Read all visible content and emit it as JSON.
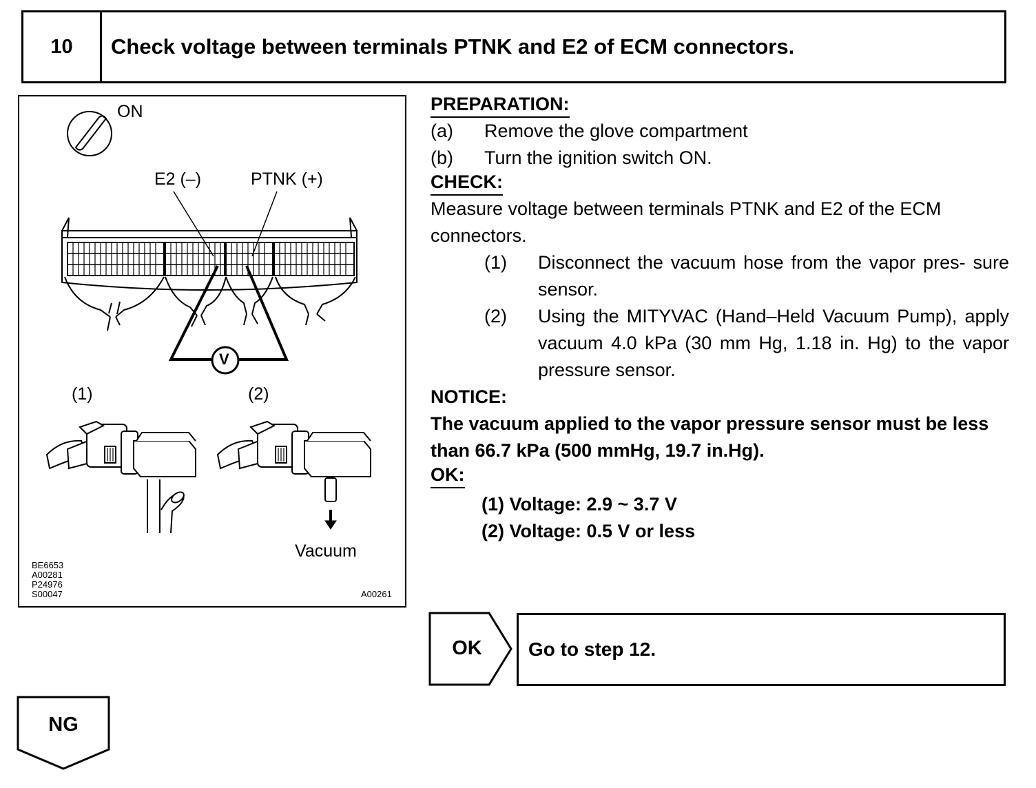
{
  "step": {
    "number": "10",
    "title": "Check voltage between terminals PTNK and E2 of ECM connectors."
  },
  "illustration": {
    "ignition_label": "ON",
    "terminal_negative": "E2 (–)",
    "terminal_positive": "PTNK (+)",
    "meter_symbol": "V",
    "condition_1": "(1)",
    "condition_2": "(2)",
    "vacuum_label": "Vacuum",
    "figure_codes": [
      "BE6653",
      "A00281",
      "P24976",
      "S00047"
    ],
    "figure_id": "A00261"
  },
  "instructions": {
    "preparation_heading": "PREPARATION:",
    "preparation_steps": [
      {
        "key": "(a)",
        "text": "Remove the glove compartment"
      },
      {
        "key": "(b)",
        "text": "Turn the ignition switch ON."
      }
    ],
    "check_heading": "CHECK:",
    "check_text_1": "Measure voltage between terminals PTNK and E2 of the ECM",
    "check_text_2": "connectors.",
    "check_steps": [
      {
        "key": "(1)",
        "text": "Disconnect the vacuum hose from the vapor pres- sure sensor."
      },
      {
        "key": "(2)",
        "text": "Using the MITYVAC (Hand–Held Vacuum Pump), apply vacuum 4.0 kPa (30 mm Hg, 1.18 in. Hg) to the vapor pressure sensor."
      }
    ],
    "notice_heading": "NOTICE:",
    "notice_text": "The vacuum applied to the vapor pressure sensor must be less than 66.7 kPa (500 mmHg, 19.7 in.Hg).",
    "ok_heading": "OK:",
    "ok_values": [
      "(1) Voltage: 2.9 ~ 3.7 V",
      "(2) Voltage: 0.5 V or less"
    ]
  },
  "results": {
    "ok_label": "OK",
    "ok_action": "Go to step 12.",
    "ng_label": "NG"
  }
}
